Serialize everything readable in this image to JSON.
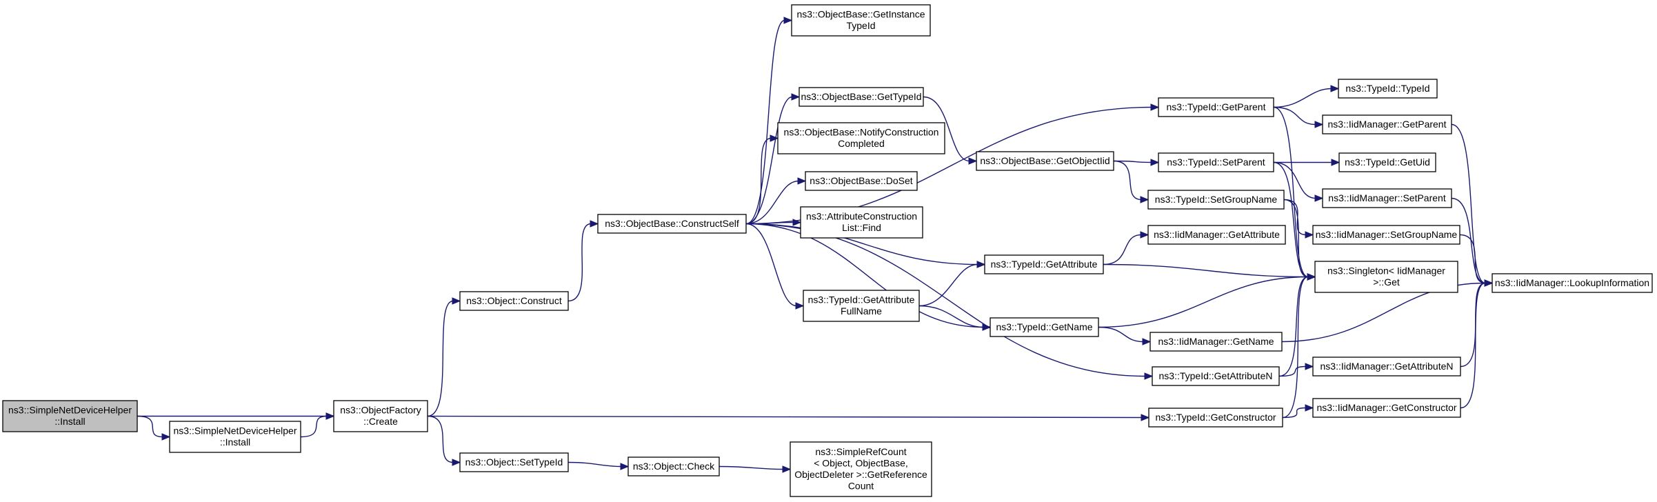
{
  "diagram": {
    "nodes": [
      {
        "id": "n0",
        "lines": [
          "ns3::SimpleNetDeviceHelper",
          "::Install"
        ],
        "root": true
      },
      {
        "id": "n1",
        "lines": [
          "ns3::SimpleNetDeviceHelper",
          "::Install"
        ]
      },
      {
        "id": "n2",
        "lines": [
          "ns3::ObjectFactory",
          "::Create"
        ]
      },
      {
        "id": "n3",
        "lines": [
          "ns3::Object::Construct"
        ]
      },
      {
        "id": "n4",
        "lines": [
          "ns3::Object::SetTypeId"
        ]
      },
      {
        "id": "n5",
        "lines": [
          "ns3::ObjectBase::ConstructSelf"
        ]
      },
      {
        "id": "n6",
        "lines": [
          "ns3::Object::Check"
        ]
      },
      {
        "id": "n7",
        "lines": [
          "ns3::SimpleRefCount",
          "< Object, ObjectBase,",
          "ObjectDeleter >::GetReference",
          "Count"
        ]
      },
      {
        "id": "n8",
        "lines": [
          "ns3::ObjectBase::GetInstance",
          "TypeId"
        ]
      },
      {
        "id": "n9",
        "lines": [
          "ns3::ObjectBase::GetTypeId"
        ]
      },
      {
        "id": "n10",
        "lines": [
          "ns3::ObjectBase::NotifyConstruction",
          "Completed"
        ]
      },
      {
        "id": "n11",
        "lines": [
          "ns3::ObjectBase::DoSet"
        ]
      },
      {
        "id": "n12",
        "lines": [
          "ns3::AttributeConstruction",
          "List::Find"
        ]
      },
      {
        "id": "n13",
        "lines": [
          "ns3::TypeId::GetAttribute",
          "FullName"
        ]
      },
      {
        "id": "n14",
        "lines": [
          "ns3::ObjectBase::GetObjectIid"
        ]
      },
      {
        "id": "n15",
        "lines": [
          "ns3::TypeId::GetAttribute"
        ]
      },
      {
        "id": "n16",
        "lines": [
          "ns3::TypeId::GetName"
        ]
      },
      {
        "id": "n17",
        "lines": [
          "ns3::TypeId::GetParent"
        ]
      },
      {
        "id": "n18",
        "lines": [
          "ns3::TypeId::SetParent"
        ]
      },
      {
        "id": "n19",
        "lines": [
          "ns3::TypeId::SetGroupName"
        ]
      },
      {
        "id": "n20",
        "lines": [
          "ns3::IidManager::GetAttribute"
        ]
      },
      {
        "id": "n21",
        "lines": [
          "ns3::IidManager::GetName"
        ]
      },
      {
        "id": "n22",
        "lines": [
          "ns3::TypeId::GetAttributeN"
        ]
      },
      {
        "id": "n23",
        "lines": [
          "ns3::TypeId::GetConstructor"
        ]
      },
      {
        "id": "n24",
        "lines": [
          "ns3::TypeId::TypeId"
        ]
      },
      {
        "id": "n25",
        "lines": [
          "ns3::IidManager::GetParent"
        ]
      },
      {
        "id": "n26",
        "lines": [
          "ns3::TypeId::GetUid"
        ]
      },
      {
        "id": "n27",
        "lines": [
          "ns3::IidManager::SetParent"
        ]
      },
      {
        "id": "n28",
        "lines": [
          "ns3::IidManager::SetGroupName"
        ]
      },
      {
        "id": "n29",
        "lines": [
          "ns3::Singleton< IidManager",
          ">::Get"
        ]
      },
      {
        "id": "n30",
        "lines": [
          "ns3::IidManager::GetAttributeN"
        ]
      },
      {
        "id": "n31",
        "lines": [
          "ns3::IidManager::GetConstructor"
        ]
      },
      {
        "id": "n32",
        "lines": [
          "ns3::IidManager::LookupInformation"
        ]
      }
    ],
    "edges": [
      [
        "n0",
        "n2"
      ],
      [
        "n0",
        "n1"
      ],
      [
        "n1",
        "n2"
      ],
      [
        "n2",
        "n3"
      ],
      [
        "n2",
        "n4"
      ],
      [
        "n2",
        "n23"
      ],
      [
        "n3",
        "n5"
      ],
      [
        "n4",
        "n6"
      ],
      [
        "n6",
        "n7"
      ],
      [
        "n5",
        "n8"
      ],
      [
        "n5",
        "n9"
      ],
      [
        "n5",
        "n10"
      ],
      [
        "n5",
        "n11"
      ],
      [
        "n5",
        "n12"
      ],
      [
        "n5",
        "n13"
      ],
      [
        "n5",
        "n15"
      ],
      [
        "n5",
        "n16"
      ],
      [
        "n5",
        "n17"
      ],
      [
        "n5",
        "n22"
      ],
      [
        "n9",
        "n14"
      ],
      [
        "n14",
        "n18"
      ],
      [
        "n14",
        "n19"
      ],
      [
        "n13",
        "n15"
      ],
      [
        "n13",
        "n16"
      ],
      [
        "n15",
        "n20"
      ],
      [
        "n15",
        "n29"
      ],
      [
        "n16",
        "n21"
      ],
      [
        "n16",
        "n29"
      ],
      [
        "n17",
        "n24"
      ],
      [
        "n17",
        "n25"
      ],
      [
        "n17",
        "n29"
      ],
      [
        "n18",
        "n26"
      ],
      [
        "n18",
        "n27"
      ],
      [
        "n18",
        "n29"
      ],
      [
        "n19",
        "n28"
      ],
      [
        "n19",
        "n29"
      ],
      [
        "n22",
        "n29"
      ],
      [
        "n22",
        "n30"
      ],
      [
        "n23",
        "n29"
      ],
      [
        "n23",
        "n31"
      ],
      [
        "n21",
        "n32"
      ],
      [
        "n25",
        "n32"
      ],
      [
        "n27",
        "n32"
      ],
      [
        "n28",
        "n32"
      ],
      [
        "n30",
        "n32"
      ],
      [
        "n31",
        "n32"
      ]
    ],
    "colors": {
      "edge": "#191970",
      "root_fill": "#bfbfbf",
      "node_fill": "#ffffff"
    }
  }
}
